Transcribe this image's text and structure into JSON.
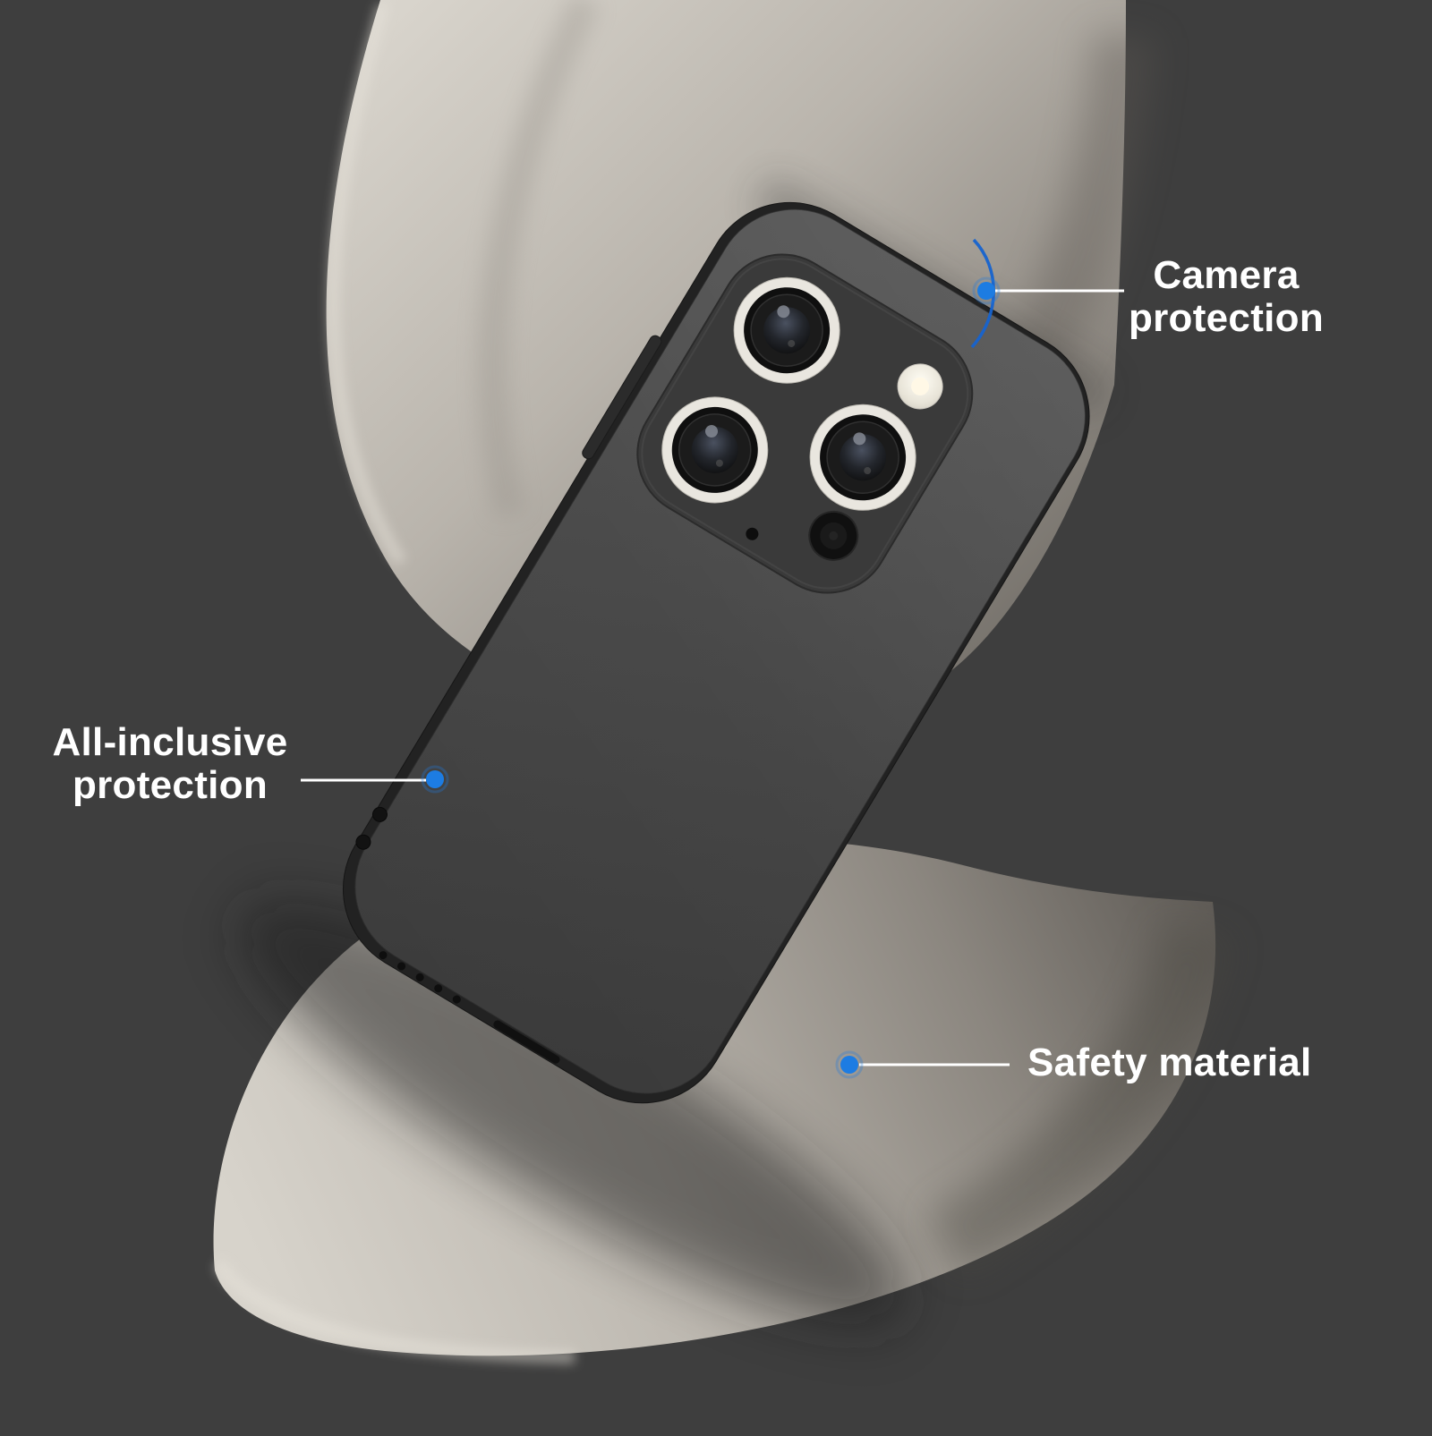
{
  "callouts": {
    "camera": {
      "line1": "Camera",
      "line2": "protection"
    },
    "all_inclusive": {
      "line1": "All-inclusive",
      "line2": "protection"
    },
    "safety": {
      "label": "Safety material"
    }
  },
  "icons": {
    "callout_marker": "blue-dot",
    "leader_line": "white-line",
    "camera_arc": "blue-arc"
  },
  "colors": {
    "background": "#3e3e3e",
    "accent_blue": "#1d7ce2",
    "leader_line_white": "#ffffff",
    "label_text": "#ffffff",
    "ribbon_light": "#d8d4cc",
    "ribbon_dark": "#5f5b56",
    "case_gray": "#454545",
    "lens_ring_cream": "#e9e6df"
  },
  "illustration": {
    "subject": "dark square-edge phone case with triple rear camera, wrapped in a spiral ribbon"
  }
}
